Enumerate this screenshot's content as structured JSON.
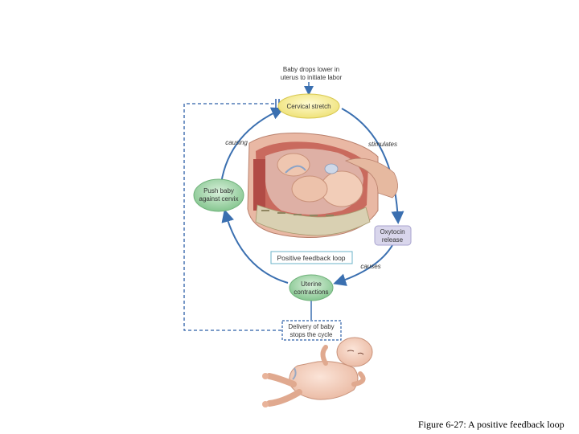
{
  "diagram": {
    "start_label_line1": "Baby drops lower in",
    "start_label_line2": "uterus to initiate labor",
    "cervical_stretch": "Cervical stretch",
    "stimulates": "stimulates",
    "oxytocin_line1": "Oxytocin",
    "oxytocin_line2": "release",
    "causes": "causes",
    "uterine_line1": "Uterine",
    "uterine_line2": "contractions",
    "causing": "causing",
    "push_line1": "Push baby",
    "push_line2": "against cervix",
    "loop_label": "Positive feedback loop",
    "delivery_line1": "Delivery of baby",
    "delivery_line2": "stops the cycle"
  },
  "colors": {
    "cervical_fill": "#f6ee9a",
    "oxytocin_fill": "#d9d6ec",
    "green_fill": "#9fd3a6",
    "arrow": "#3a6fb0",
    "dashed": "#2c5fa8"
  },
  "caption": "Figure 6-27: A positive feedback loop"
}
